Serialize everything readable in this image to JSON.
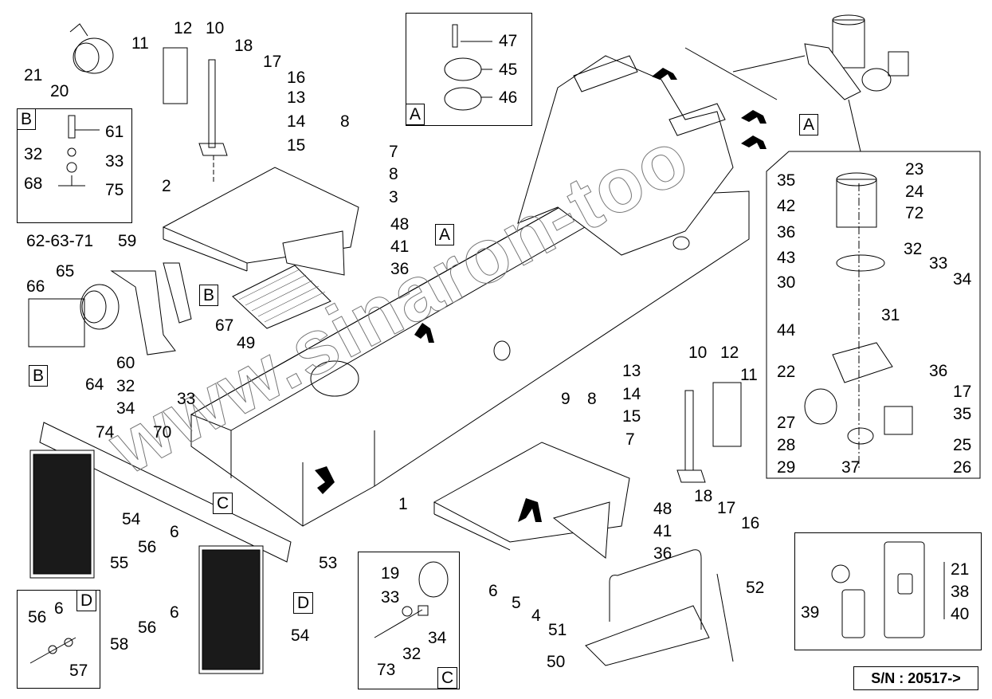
{
  "diagram": {
    "title": "Main frame exploded parts view",
    "serial_number": "S/N :  20517->",
    "watermark": "www.sinaron-too"
  },
  "callouts": {
    "A": "A",
    "B": "B",
    "C": "C",
    "D": "D"
  },
  "labels": {
    "top_left": [
      "21",
      "20",
      "12",
      "11",
      "10",
      "18",
      "17",
      "16",
      "13",
      "14",
      "15"
    ],
    "inset_B": [
      "61",
      "32",
      "33",
      "68",
      "75"
    ],
    "inset_A": [
      "47",
      "45",
      "46"
    ],
    "bracket_group": [
      "8",
      "7",
      "8",
      "3"
    ],
    "step_left": [
      "2",
      "48",
      "41",
      "36",
      "49"
    ],
    "light_left": [
      "62-63-71",
      "65",
      "66",
      "59",
      "67",
      "64",
      "60",
      "32",
      "33",
      "34"
    ],
    "bumper": [
      "74",
      "70",
      "54",
      "55",
      "56",
      "6",
      "53",
      "58",
      "56",
      "6",
      "54"
    ],
    "inset_D": [
      "56",
      "6",
      "57"
    ],
    "inset_C": [
      "19",
      "33",
      "34",
      "32",
      "73"
    ],
    "step_right": [
      "1",
      "6",
      "5",
      "4",
      "48",
      "41",
      "36",
      "51",
      "52",
      "50"
    ],
    "right_mirror": [
      "13",
      "14",
      "15",
      "10",
      "12",
      "11",
      "9",
      "8",
      "7",
      "18",
      "17",
      "16"
    ],
    "beacon_inset": [
      "35",
      "42",
      "36",
      "43",
      "30",
      "44",
      "23",
      "24",
      "72",
      "32",
      "33",
      "34",
      "31",
      "22",
      "36",
      "17",
      "35",
      "27",
      "28",
      "29",
      "37",
      "25",
      "26"
    ],
    "extinguisher": [
      "39",
      "21",
      "38",
      "40"
    ]
  }
}
